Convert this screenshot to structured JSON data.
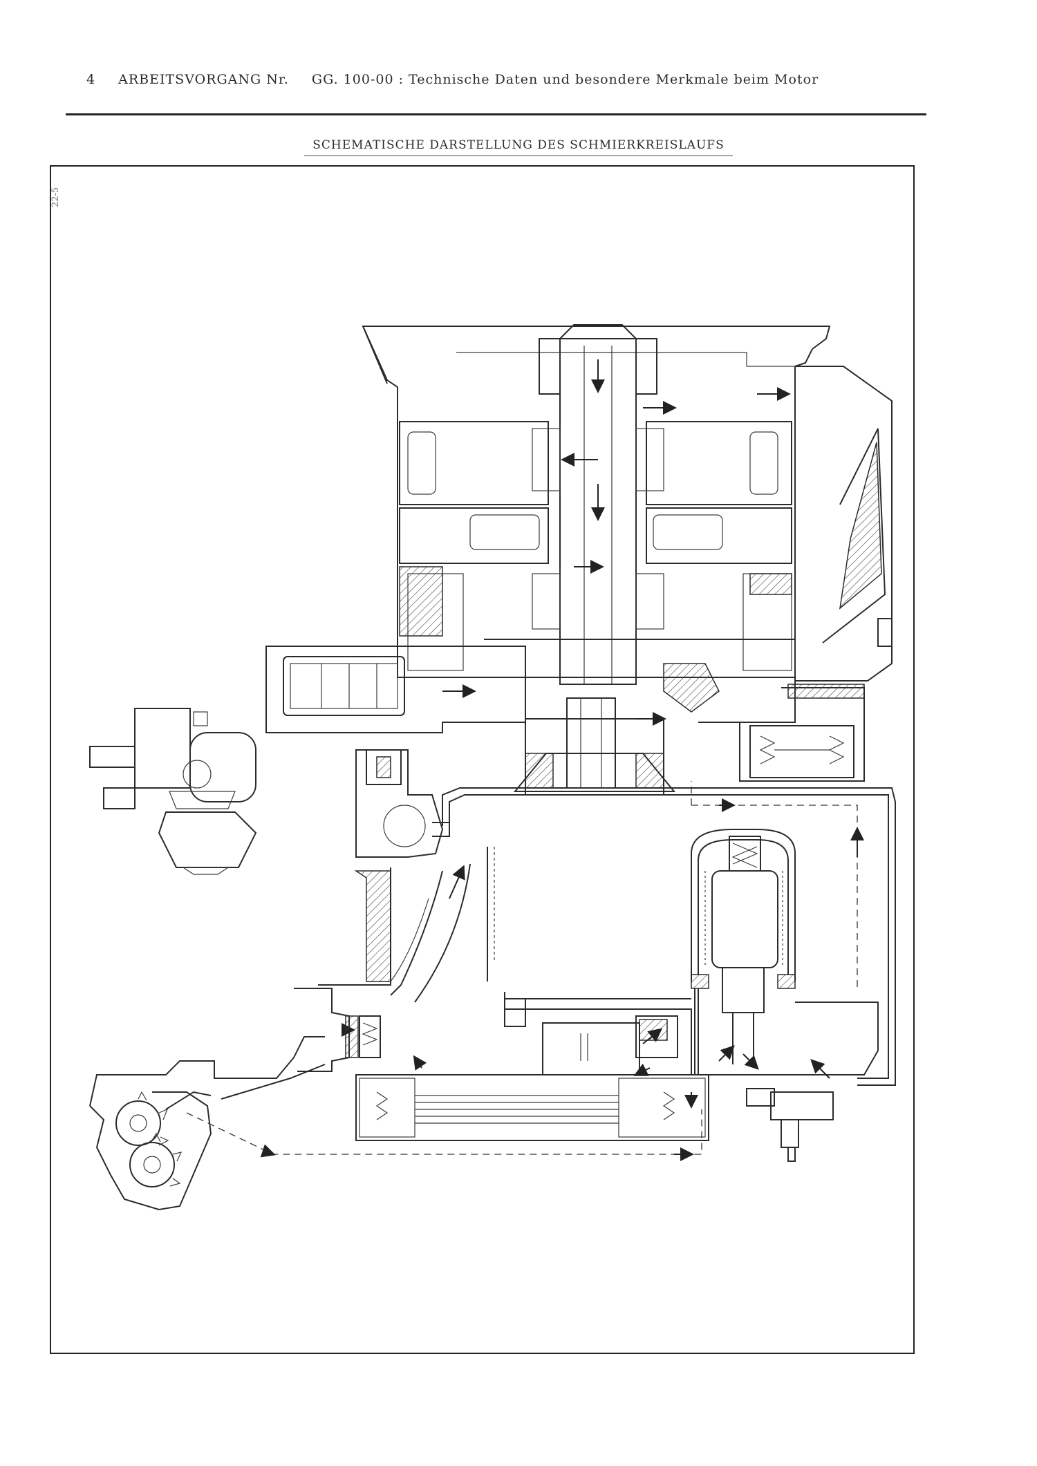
{
  "header": {
    "page_number": "4",
    "operation_label": "ARBEITSVORGANG Nr.",
    "operation_text": "GG. 100-00 : Technische Daten und besondere Merkmale beim Motor"
  },
  "diagram": {
    "title": "SCHEMATISCHE DARSTELLUNG DES SCHMIERKREISLAUFS",
    "margin_note": "22-5"
  }
}
